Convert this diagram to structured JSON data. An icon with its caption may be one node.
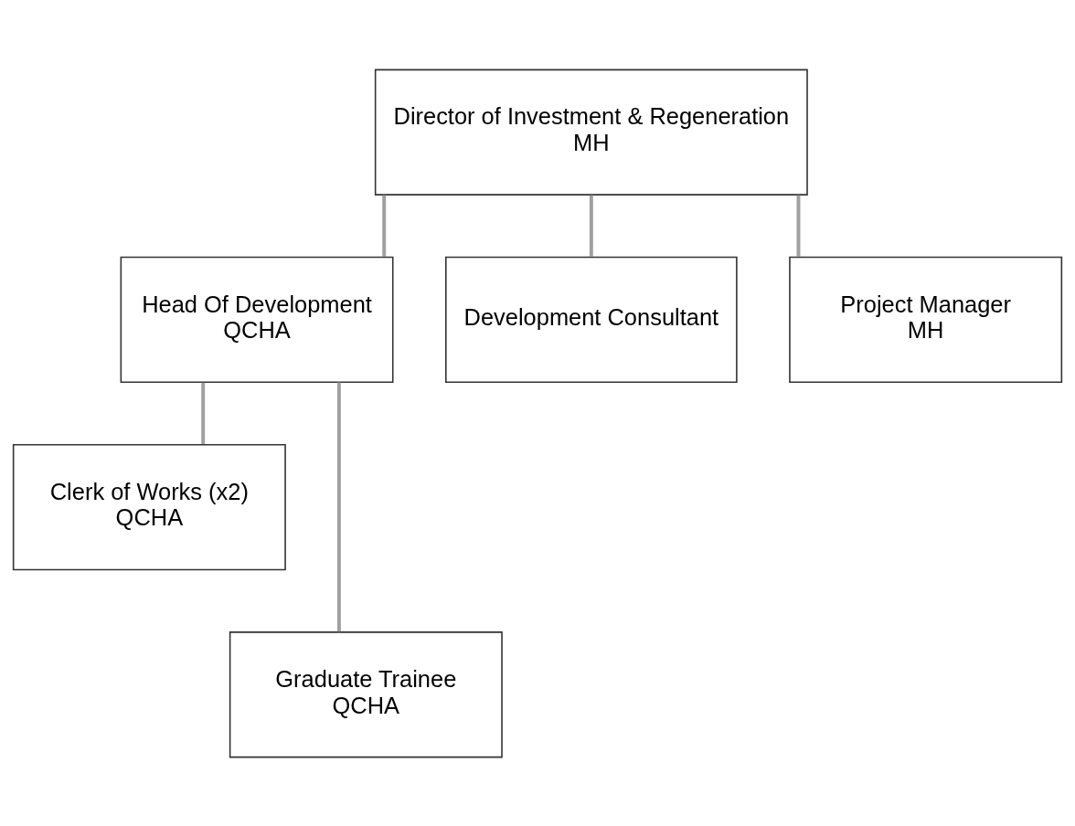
{
  "diagram": {
    "nodes": [
      {
        "text": [
          "Director of Investment & Regeneration",
          "MH"
        ]
      },
      {
        "text": [
          "Head Of Development",
          "QCHA"
        ]
      },
      {
        "text": [
          "Development Consultant"
        ]
      },
      {
        "text": [
          "Project Manager",
          "MH"
        ]
      },
      {
        "text": [
          "Clerk of Works (x2)",
          "QCHA"
        ]
      },
      {
        "text": [
          "Graduate Trainee",
          "QCHA"
        ]
      }
    ],
    "edges": [
      {
        "from": 0,
        "to": 1,
        "arrow": "none"
      },
      {
        "from": 0,
        "to": 2,
        "arrow": "none"
      },
      {
        "from": 0,
        "to": 3,
        "arrow": "none"
      },
      {
        "from": 1,
        "to": 4,
        "arrow": "none"
      },
      {
        "from": 1,
        "to": 5,
        "arrow": "none"
      }
    ]
  }
}
